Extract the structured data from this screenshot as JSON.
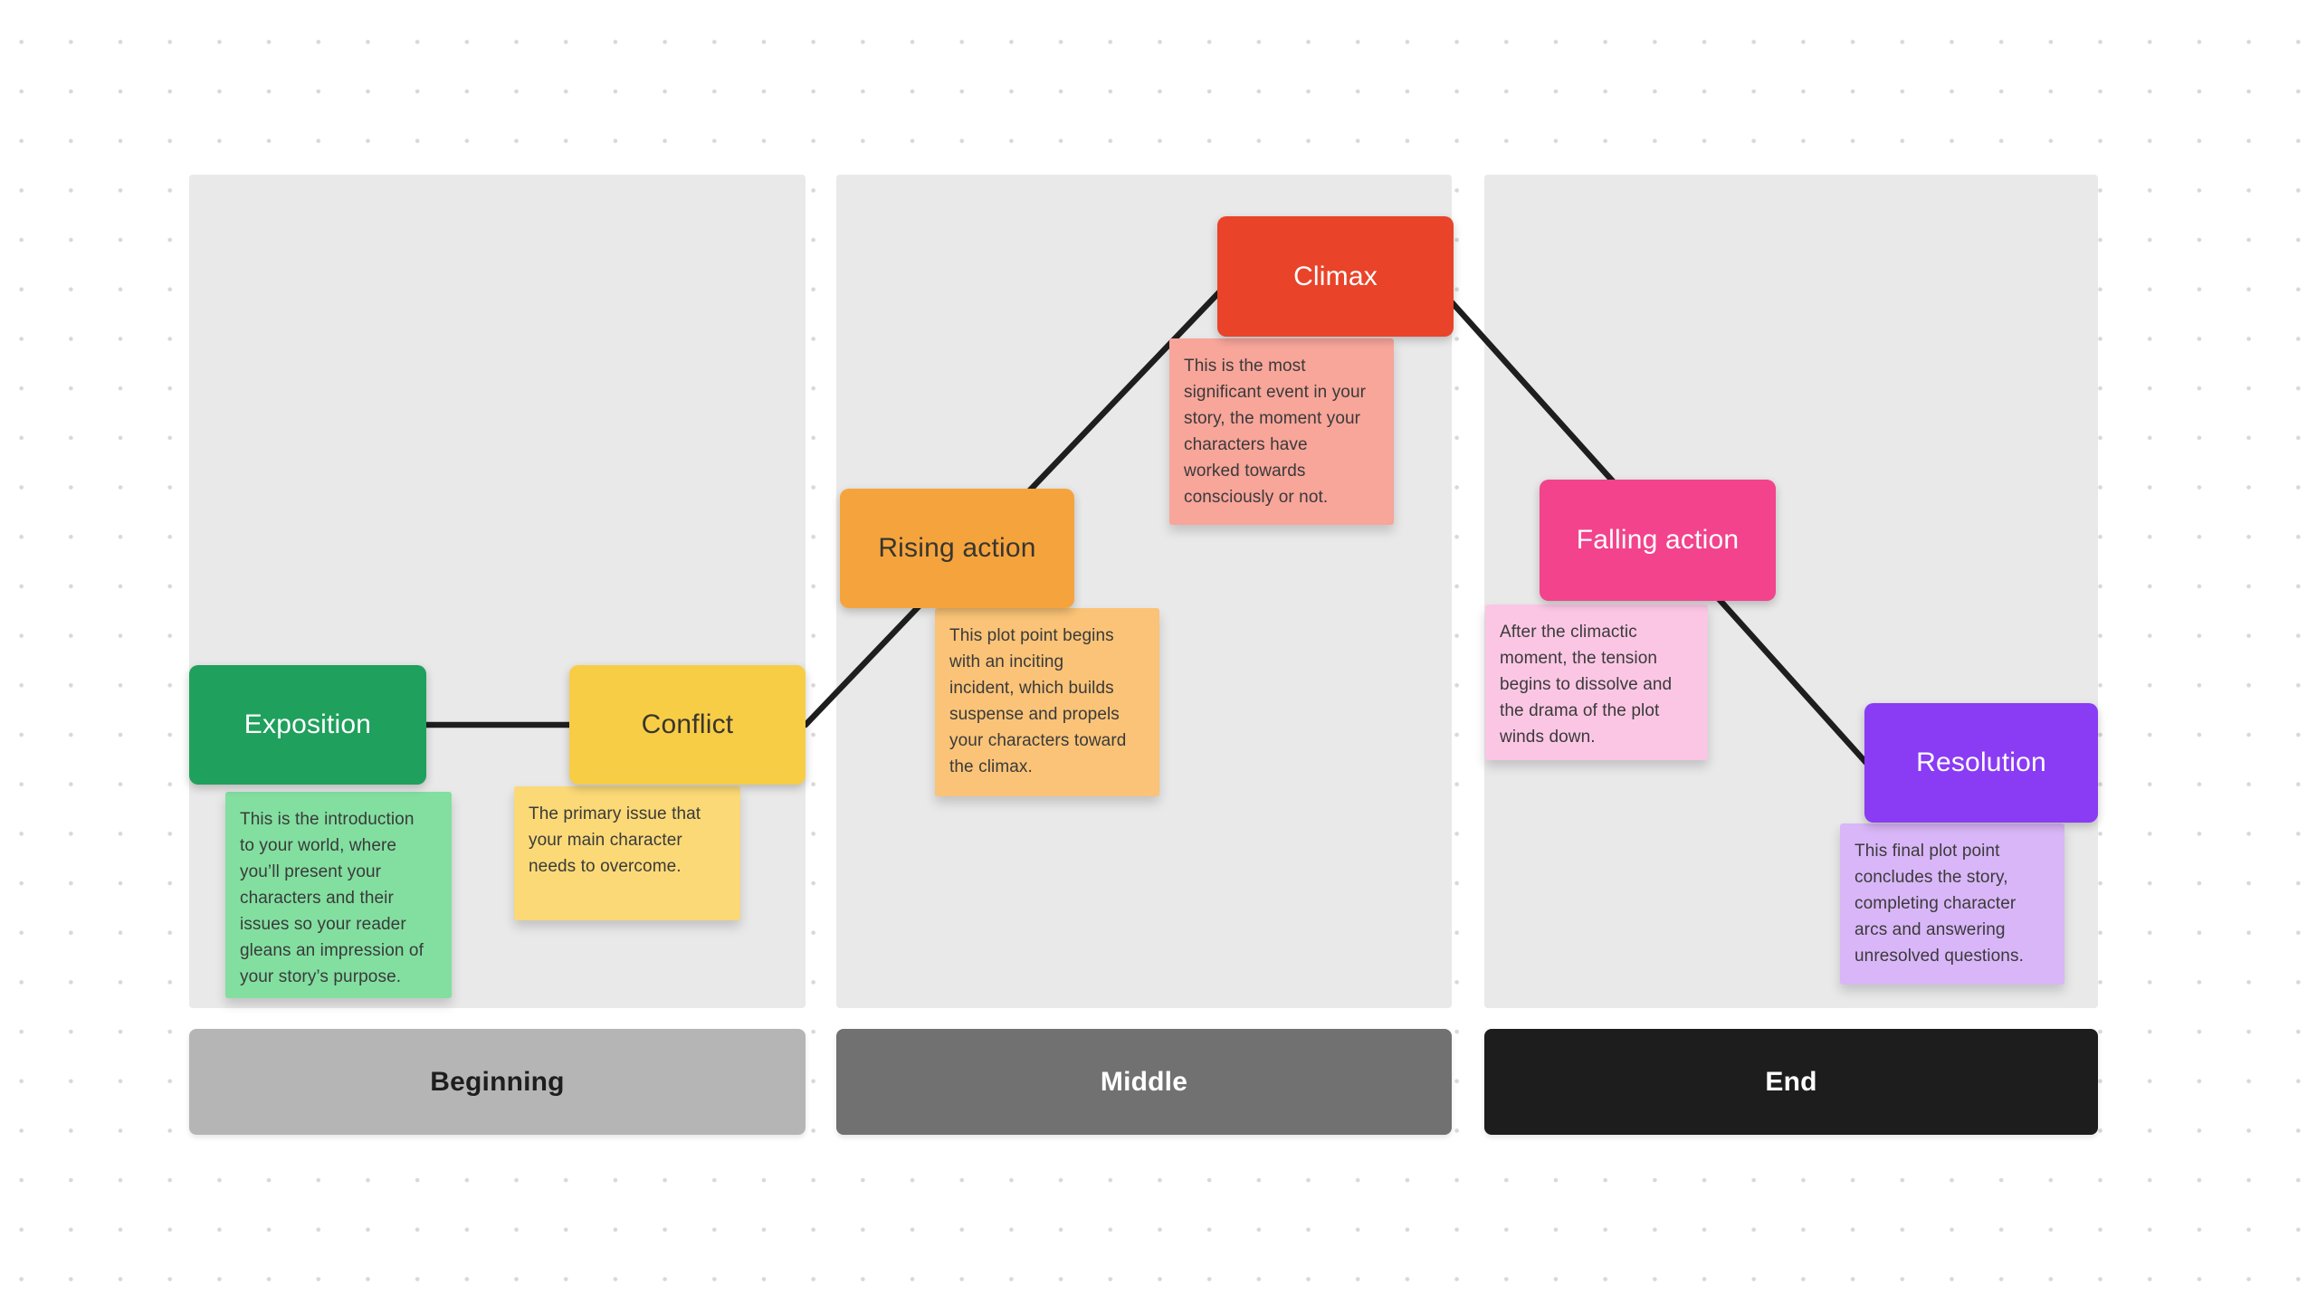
{
  "board": {
    "background_color": "#ffffff",
    "dot_grid_color": "#d8d8d8",
    "panel_color": "#e9e9e9",
    "connector_color": "#1e1e1e"
  },
  "sections": [
    {
      "label": "Beginning",
      "color": "#b5b5b5",
      "text_color": "#1e1e1e"
    },
    {
      "label": "Middle",
      "color": "#717171",
      "text_color": "#ffffff"
    },
    {
      "label": "End",
      "color": "#1d1d1d",
      "text_color": "#ffffff"
    }
  ],
  "plot_points": [
    {
      "label": "Exposition",
      "card_color": "#1fa05c",
      "label_color": "#ffffff",
      "note_color": "#82dfa0",
      "note_text_color": "#3a3a3a",
      "note_text": "This is the introduction\nto your world, where\nyou’ll present your\ncharacters and their\nissues so your reader\ngleans an impression of\nyour story’s purpose."
    },
    {
      "label": "Conflict",
      "card_color": "#f8cd46",
      "label_color": "#39362e",
      "note_color": "#fbd977",
      "note_text_color": "#3a3a3a",
      "note_text": "The primary issue that\nyour main character\nneeds to overcome."
    },
    {
      "label": "Rising action",
      "card_color": "#f5a43d",
      "label_color": "#39362e",
      "note_color": "#fac377",
      "note_text_color": "#3a3a3a",
      "note_text": "This plot point begins\nwith an inciting\nincident, which builds\nsuspense and propels\nyour characters toward\nthe climax."
    },
    {
      "label": "Climax",
      "card_color": "#e94329",
      "label_color": "#ffffff",
      "note_color": "#f8a59a",
      "note_text_color": "#3a3a3a",
      "note_text": "This is the most\nsignificant event in your\nstory, the moment your\ncharacters have\nworked towards\nconsciously or not."
    },
    {
      "label": "Falling action",
      "card_color": "#f2438c",
      "label_color": "#ffffff",
      "note_color": "#fbc6e4",
      "note_text_color": "#3a3a3a",
      "note_text": "After the climactic\nmoment, the tension\nbegins to dissolve and\nthe drama of the plot\nwinds down."
    },
    {
      "label": "Resolution",
      "card_color": "#8a3bf4",
      "label_color": "#ffffff",
      "note_color": "#d9b6f8",
      "note_text_color": "#3a3a3a",
      "note_text": "This final plot point\nconcludes the story,\ncompleting character\narcs and answering\nunresolved questions."
    }
  ]
}
